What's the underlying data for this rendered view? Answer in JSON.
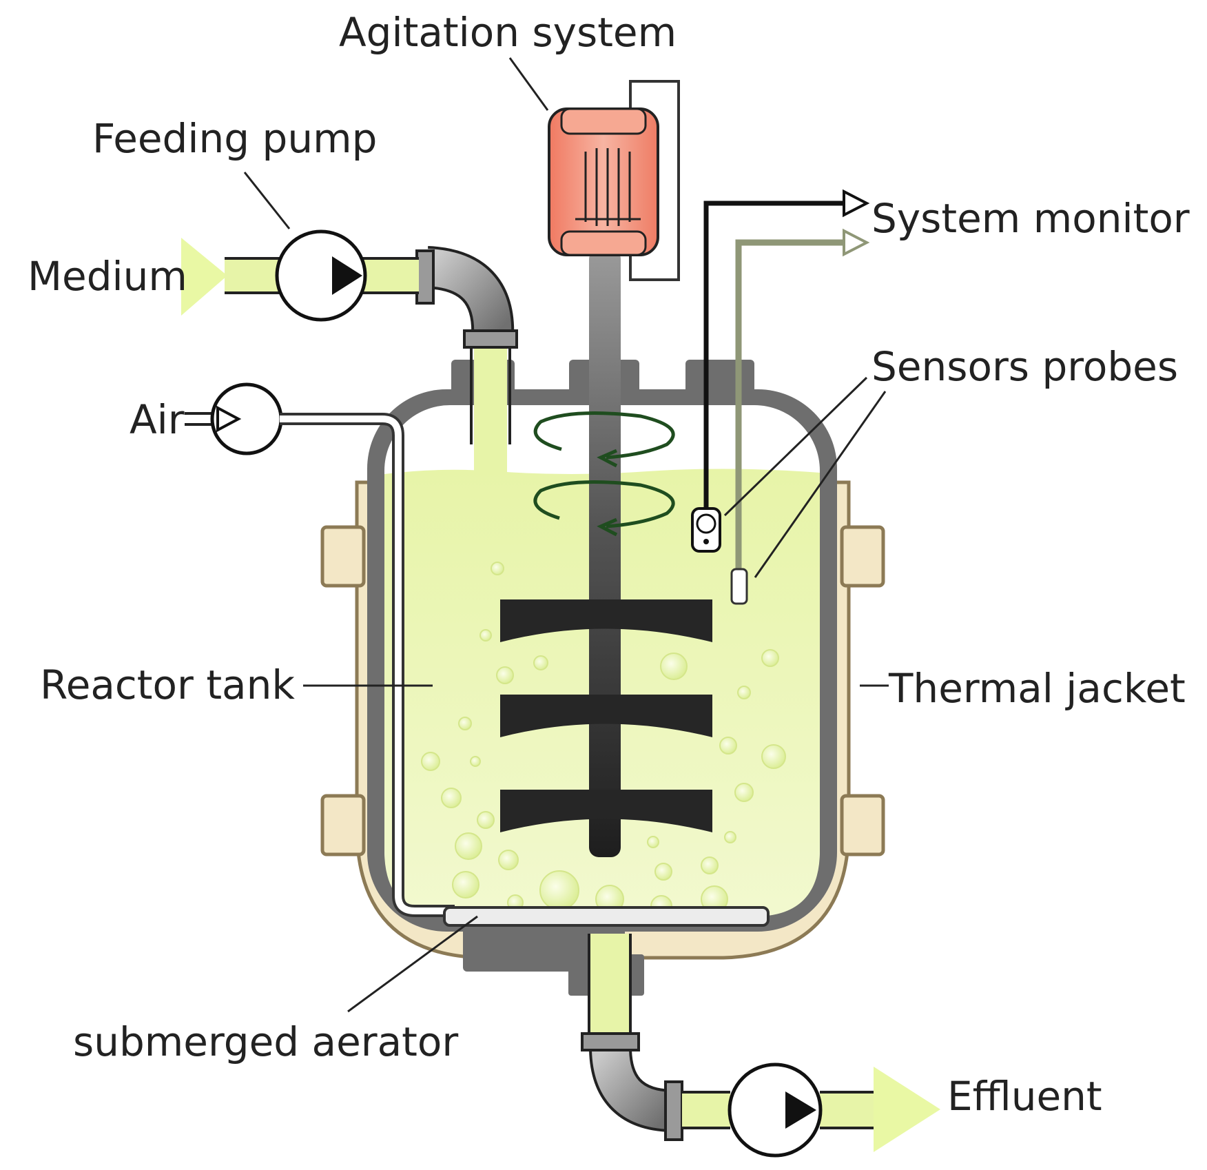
{
  "labels": {
    "agitation_system": "Agitation system",
    "feeding_pump": "Feeding pump",
    "medium": "Medium",
    "system_monitor": "System monitor",
    "sensors_probes": "Sensors probes",
    "air": "Air",
    "reactor_tank": "Reactor tank",
    "thermal_jacket": "Thermal jacket",
    "submerged_aerator": "submerged aerator",
    "effluent": "Effluent"
  },
  "colors": {
    "liquid": "#ecf7b4",
    "flow_arrow": "#e9f8a4",
    "vessel_wall": "#6e6e6e",
    "jacket": "#f3e7c6",
    "jacket_outline": "#8c7a55",
    "motor": "#f4937c",
    "impeller": "#262626",
    "swirl": "#1f4d1f",
    "probe_line_dark": "#111111",
    "probe_line_olive": "#8f9777"
  },
  "icons": {
    "feeding_pump": "pump-icon",
    "effluent_pump": "pump-icon",
    "air_compressor": "compressor-icon",
    "motor": "motor-icon"
  }
}
